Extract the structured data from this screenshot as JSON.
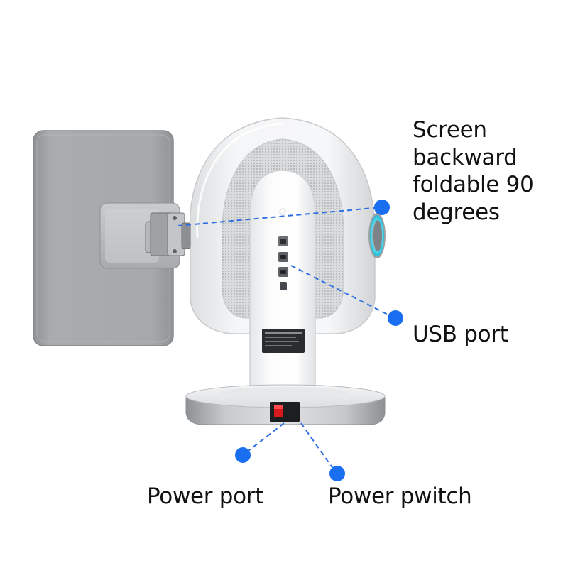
{
  "callouts": {
    "screen": [
      "Screen",
      "backward",
      "foldable 90",
      "degrees"
    ],
    "usb": "USB port",
    "power_port": "Power port",
    "power_switch": "Power pwitch"
  },
  "colors": {
    "callout_dot": "#1a6ff0",
    "callout_line": "#2f6fe4",
    "device_body": "#f1f2f3",
    "screen_panel": "#a7aaad",
    "base_metal": "#b9bcbf",
    "switch_red": "#d8191c",
    "status_ring": "#3fd3e6"
  },
  "icons": [
    "device-illustration",
    "callout-dot-icon",
    "red-power-switch-icon",
    "usb-port-icon"
  ]
}
